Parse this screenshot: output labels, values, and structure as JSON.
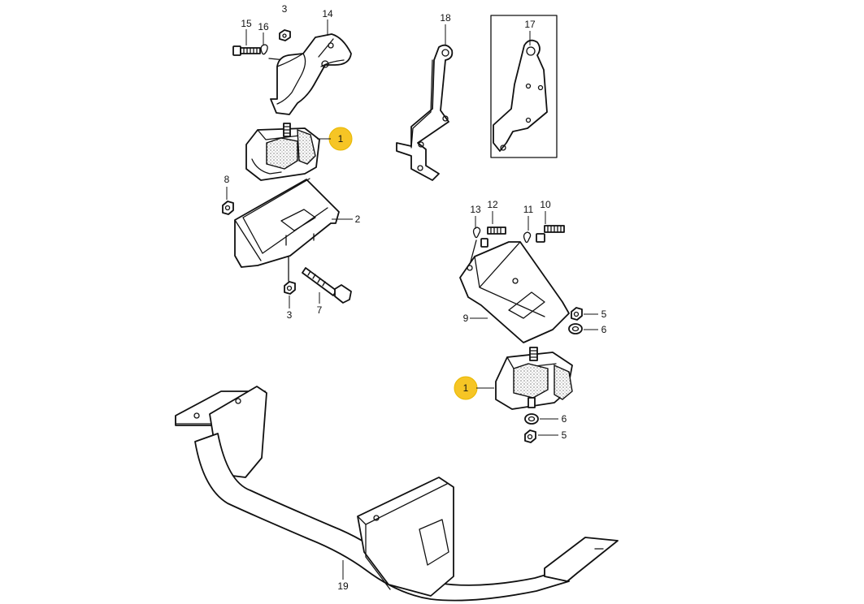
{
  "diagram": {
    "highlight_color": "#f6c525",
    "line_color": "#111111",
    "labels": {
      "p15": "15",
      "p16": "16",
      "p3a": "3",
      "p14": "14",
      "p18": "18",
      "p17": "17",
      "p1a": "1",
      "p8": "8",
      "p2": "2",
      "p3b": "3",
      "p7": "7",
      "p13": "13",
      "p12": "12",
      "p11": "11",
      "p10": "10",
      "p5a": "5",
      "p6a": "6",
      "p9": "9",
      "p1b": "1",
      "p6b": "6",
      "p5b": "5",
      "p19": "19"
    }
  }
}
